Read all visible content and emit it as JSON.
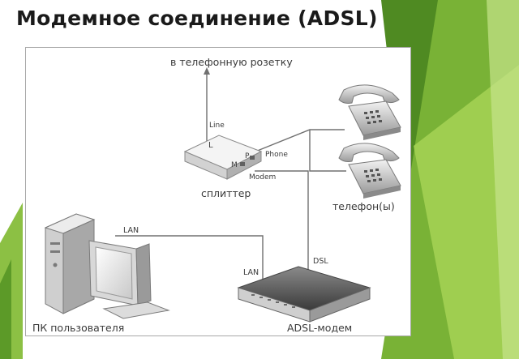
{
  "slide": {
    "title": "Модемное соединение (ADSL)"
  },
  "diagram": {
    "labels": {
      "to_socket": "в телефонную розетку",
      "line": "Line",
      "port_l": "L",
      "port_p": "P",
      "port_m": "M",
      "phone_port": "Phone",
      "modem_port": "Modem",
      "splitter": "сплиттер",
      "phones": "телефон(ы)",
      "lan_top": "LAN",
      "lan_modem": "LAN",
      "dsl": "DSL",
      "pc": "ПК пользователя",
      "modem": "ADSL-модем"
    },
    "icons": [
      "computer-icon",
      "adsl-modem-icon",
      "splitter-icon",
      "telephone-icon"
    ]
  },
  "colors": {
    "green_dark": "#3f7d1c",
    "green_mid": "#6aa82e",
    "green_light": "#9ccc4e",
    "line": "#707070"
  }
}
